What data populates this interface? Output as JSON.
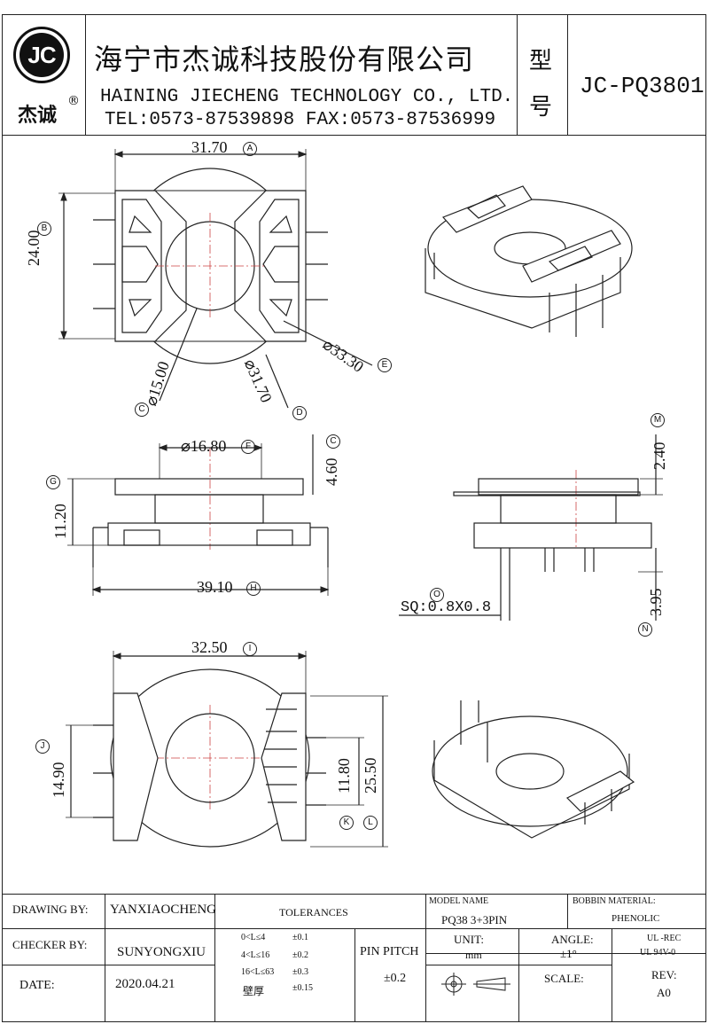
{
  "header": {
    "logo_text": "JC",
    "logo_brand": "杰诚",
    "registered_mark": "®",
    "company_cn": "海宁市杰诚科技股份有限公司",
    "company_en": "HAINING JIECHENG TECHNOLOGY CO., LTD.",
    "contact": "TEL:0573-87539898  FAX:0573-87536999",
    "model_label_1": "型",
    "model_label_2": "号",
    "model_no": "JC-PQ3801"
  },
  "dimensions": {
    "A": {
      "value": "31.70",
      "tag": "A"
    },
    "B": {
      "value": "24.00",
      "tag": "B"
    },
    "C_dia": {
      "value": "⌀15.00",
      "tag": "C"
    },
    "D_dia": {
      "value": "⌀31.70",
      "tag": "D"
    },
    "E_dia": {
      "value": "⌀33.30",
      "tag": "E"
    },
    "F_dia": {
      "value": "⌀16.80",
      "tag": "F"
    },
    "C2": {
      "value": "4.60",
      "tag": "C"
    },
    "G": {
      "value": "11.20",
      "tag": "G"
    },
    "H": {
      "value": "39.10",
      "tag": "H"
    },
    "M": {
      "value": "2.40",
      "tag": "M"
    },
    "N": {
      "value": "3.95",
      "tag": "N"
    },
    "O": {
      "value": "SQ:0.8X0.8",
      "tag": "O"
    },
    "I": {
      "value": "32.50",
      "tag": "I"
    },
    "J": {
      "value": "14.90",
      "tag": "J"
    },
    "K": {
      "value": "11.80",
      "tag": "K"
    },
    "L": {
      "value": "25.50",
      "tag": "L"
    }
  },
  "title_block": {
    "drawing_by_label": "DRAWING  BY:",
    "drawing_by_value": "YANXIAOCHENG",
    "checker_by_label": "CHECKER  BY:",
    "checker_by_value": "SUNYONGXIU",
    "date_label": "DATE:",
    "date_value": "2020.04.21",
    "tolerances_label": "TOLERANCES",
    "tol_rows": [
      {
        "range": "0<L≤4",
        "value": "±0.1"
      },
      {
        "range": "4<L≤16",
        "value": "±0.2"
      },
      {
        "range": "16<L≤63",
        "value": "±0.3"
      },
      {
        "range": "壁厚",
        "value": "±0.15"
      }
    ],
    "pin_pitch_label": "PIN PITCH",
    "pin_pitch_value": "±0.2",
    "model_name_label": "MODEL NAME",
    "model_name_value": "PQ38   3+3PIN",
    "unit_label": "UNIT:",
    "unit_value": "mm",
    "angle_label": "ANGLE:",
    "angle_value": "±1°",
    "scale_label": "SCALE:",
    "bobbin_material_label": "BOBBIN MATERIAL:",
    "bobbin_material_value": "PHENOLIC",
    "ul_1": "UL -REC",
    "ul_2": "UL  94V-0",
    "rev_label": "REV:",
    "rev_value": "A0"
  }
}
